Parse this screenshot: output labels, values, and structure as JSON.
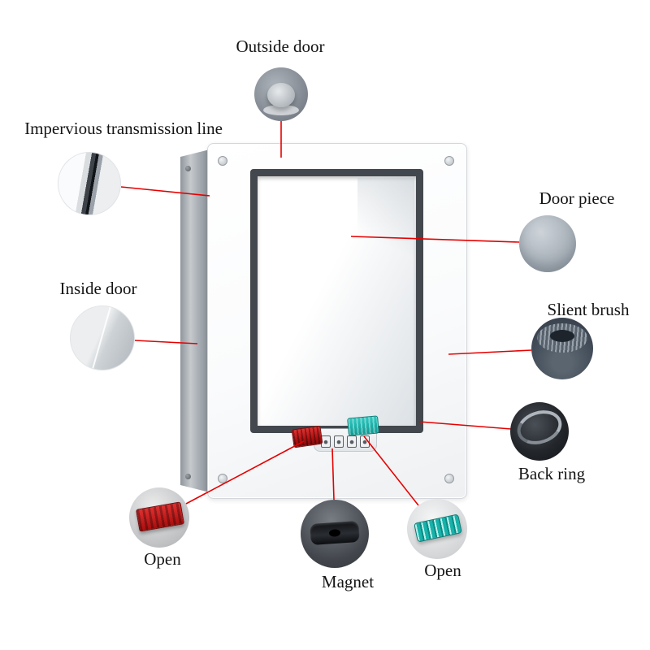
{
  "annotations": [
    {
      "key": "outside-door",
      "label": "Outside door"
    },
    {
      "key": "impervious-transmission-line",
      "label": "Impervious transmission line"
    },
    {
      "key": "door-piece",
      "label": "Door piece"
    },
    {
      "key": "inside-door",
      "label": "Inside door"
    },
    {
      "key": "slient-brush",
      "label": "Slient brush"
    },
    {
      "key": "back-ring",
      "label": "Back ring"
    },
    {
      "key": "open-left",
      "label": "Open"
    },
    {
      "key": "magnet",
      "label": "Magnet"
    },
    {
      "key": "open-right",
      "label": "Open"
    }
  ],
  "colors": {
    "callout_line": "#e60000",
    "open_tab_red": "#b31111",
    "open_tab_teal": "#17b1a9",
    "flap_frame_dark": "#43484e",
    "frame_white": "#ffffff"
  }
}
